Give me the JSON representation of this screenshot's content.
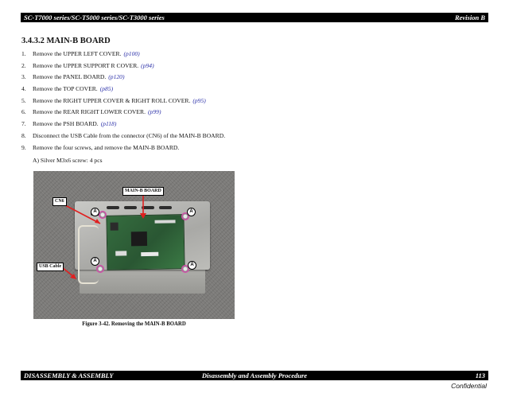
{
  "header": {
    "left": "SC-T7000 series/SC-T5000 series/SC-T3000 series",
    "right": "Revision B"
  },
  "section": {
    "title": "3.4.3.2  MAIN-B BOARD"
  },
  "steps": [
    {
      "num": "1.",
      "text": "Remove the UPPER LEFT COVER.",
      "ref": "(p100)"
    },
    {
      "num": "2.",
      "text": "Remove the UPPER SUPPORT R COVER.",
      "ref": "(p94)"
    },
    {
      "num": "3.",
      "text": "Remove the PANEL BOARD.",
      "ref": "(p120)"
    },
    {
      "num": "4.",
      "text": "Remove the TOP COVER.",
      "ref": "(p85)"
    },
    {
      "num": "5.",
      "text": "Remove the RIGHT UPPER COVER & RIGHT ROLL COVER.",
      "ref": "(p95)"
    },
    {
      "num": "6.",
      "text": "Remove the REAR RIGHT LOWER COVER.",
      "ref": "(p99)"
    },
    {
      "num": "7.",
      "text": "Remove the PSH BOARD.",
      "ref": "(p118)"
    },
    {
      "num": "8.",
      "text": "Disconnect the USB Cable from the connector (CN6) of the MAIN-B BOARD.",
      "ref": ""
    },
    {
      "num": "9.",
      "text": "Remove the four screws, and remove the MAIN-B BOARD.",
      "ref": ""
    }
  ],
  "substep": "A)   Silver M3x6 screw: 4 pcs",
  "figure": {
    "labels": {
      "main_board": "MAIN-B BOARD",
      "cn6": "CN6",
      "usb_cable": "USB Cable",
      "screw_marker": "A"
    },
    "caption": "Figure 3-42.  Removing the MAIN-B BOARD"
  },
  "footer": {
    "left": "DISASSEMBLY & ASSEMBLY",
    "center": "Disassembly and Assembly Procedure",
    "page": "113"
  },
  "confidential": "Confidential",
  "colors": {
    "link": "#2a2fa8",
    "bar": "#000000",
    "screw_highlight": "#d24aa8",
    "arrow": "#e02020"
  }
}
